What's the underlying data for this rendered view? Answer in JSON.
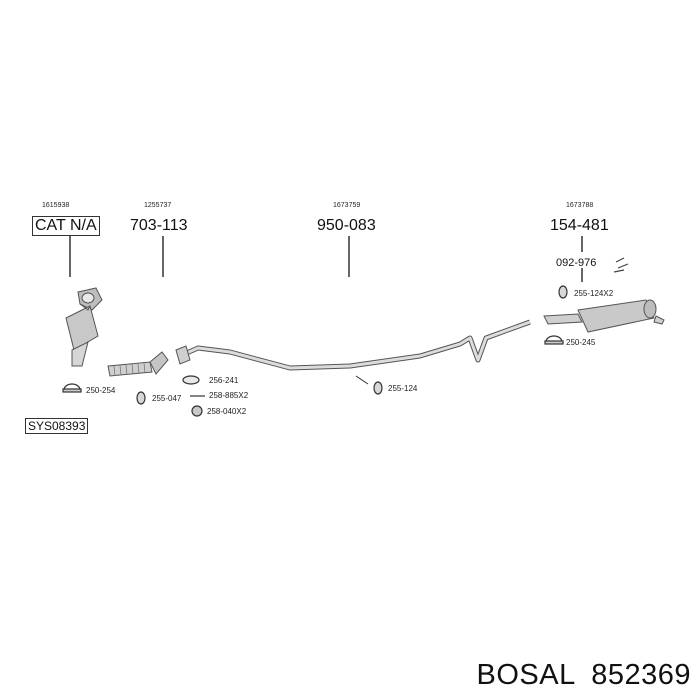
{
  "groups": [
    {
      "code": "1615938",
      "number": "CAT N/A"
    },
    {
      "code": "1255737",
      "number": "703-113"
    },
    {
      "code": "1673759",
      "number": "950-083"
    },
    {
      "code": "1673788",
      "number": "154-481"
    }
  ],
  "parts": {
    "p092976": "092-976",
    "p255124x2": "255-124X2",
    "p250245": "250-245",
    "p250254": "250-254",
    "p256241": "256-241",
    "p255047": "255-047",
    "p258885x2": "258-885X2",
    "p258040x2": "258-040X2",
    "p255124": "255-124"
  },
  "system_code": "SYS08393",
  "footer": {
    "brand": "BOSAL",
    "number": "852369"
  }
}
